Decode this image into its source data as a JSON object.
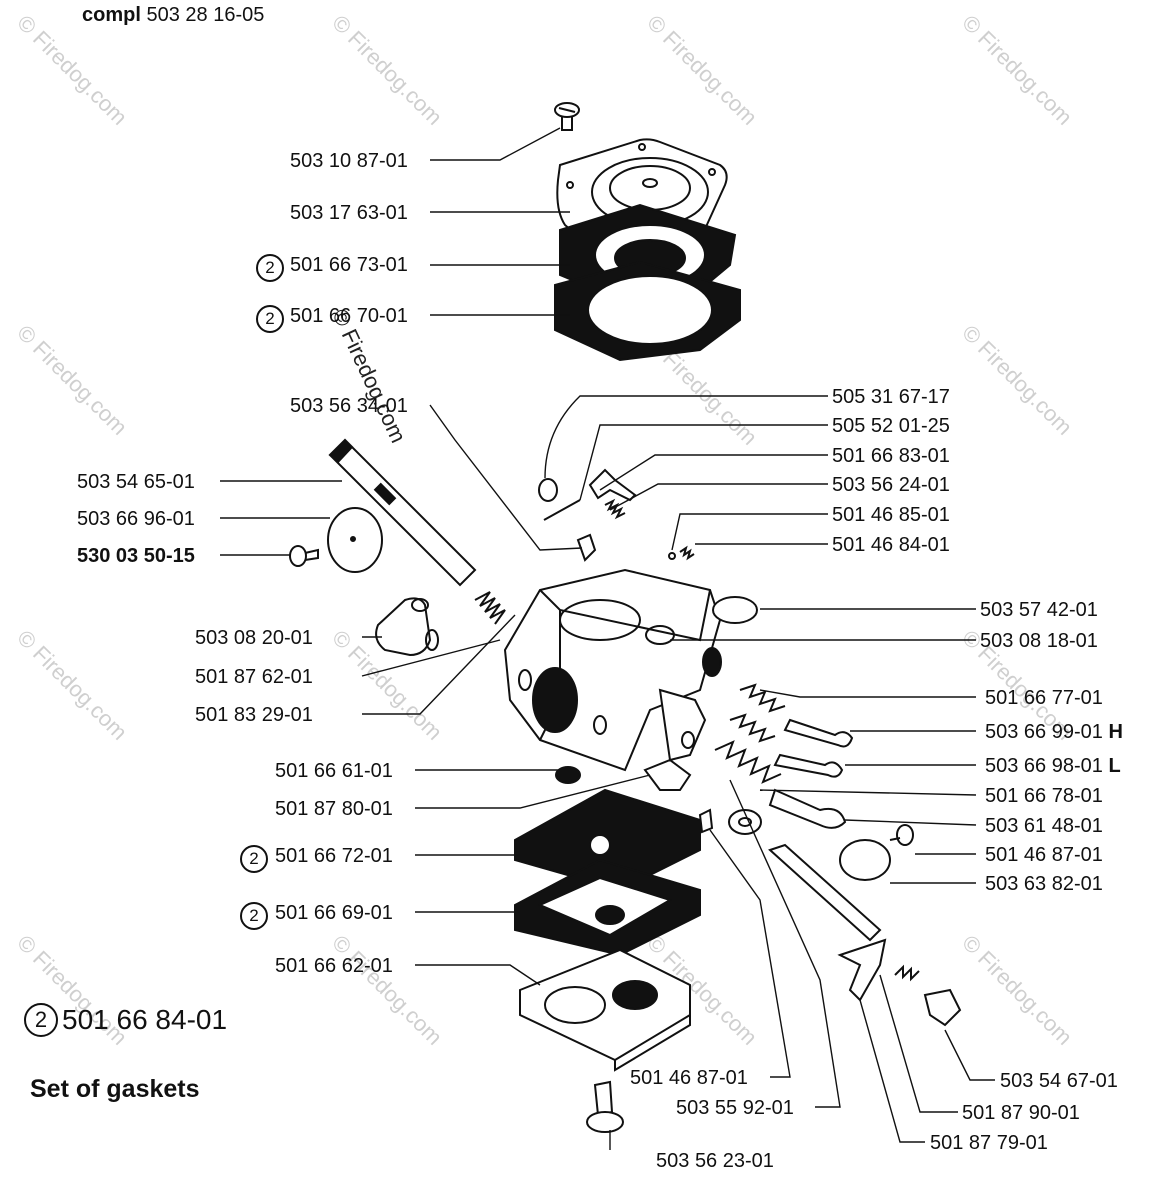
{
  "header": {
    "compl_word": "compl",
    "compl_number": "503 28 16-05"
  },
  "watermark": {
    "text": "© Firedog.com"
  },
  "labels": {
    "l1": "503 10 87-01",
    "l2": "503 17 63-01",
    "l3": "501 66 73-01",
    "l4": "501 66 70-01",
    "l5": "503 56 34-01",
    "l6": "503 54 65-01",
    "l7": "503 66 96-01",
    "l8": "530 03 50-15",
    "l9": "503 08 20-01",
    "l10": "501 87 62-01",
    "l11": "501 83 29-01",
    "l12": "501 66 61-01",
    "l13": "501 87 80-01",
    "l14": "501 66 72-01",
    "l15": "501 66 69-01",
    "l16": "501 66 62-01",
    "r1": "505 31 67-17",
    "r2": "505 52 01-25",
    "r3": "501 66 83-01",
    "r4": "503 56 24-01",
    "r5": "501 46 85-01",
    "r6": "501 46 84-01",
    "r7": "503 57 42-01",
    "r8": "503 08 18-01",
    "r9": "501 66 77-01",
    "r10": "503 66 99-01",
    "r10s": "H",
    "r11": "503 66 98-01",
    "r11s": "L",
    "r12": "501 66 78-01",
    "r13": "503 61 48-01",
    "r14": "501 46 87-01",
    "r15": "503 63 82-01",
    "b1": "501 46 87-01",
    "b2": "503 55 92-01",
    "b3": "503 54 67-01",
    "b4": "501 87 90-01",
    "b5": "501 87 79-01",
    "b6": "56 23-01",
    "b6prefix": "503"
  },
  "circle_mark": "2",
  "kit": {
    "number": "501 66 84-01",
    "title": "Set of gaskets"
  }
}
